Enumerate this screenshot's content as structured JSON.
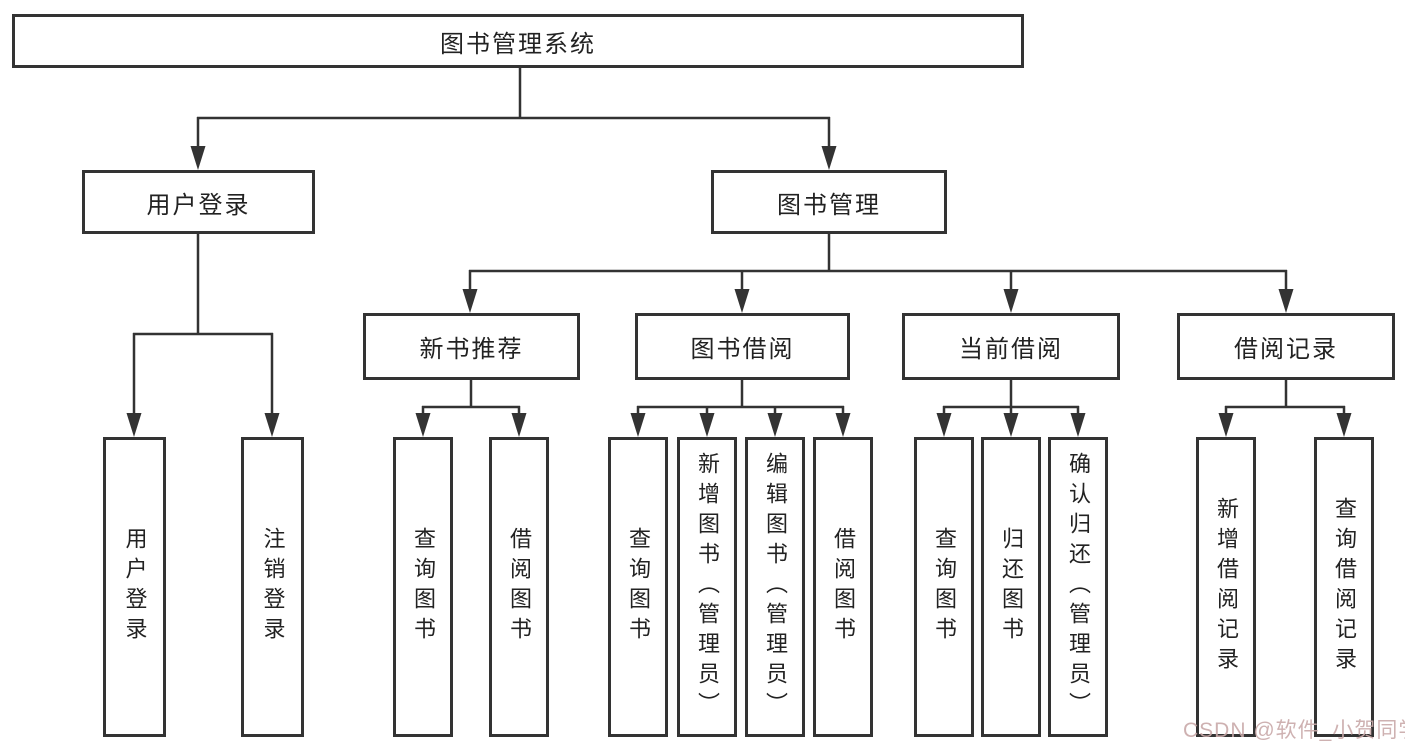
{
  "diagram": {
    "root": {
      "label": "图书管理系统"
    },
    "level1": {
      "user_login": {
        "label": "用户登录"
      },
      "book_management": {
        "label": "图书管理"
      }
    },
    "level2": {
      "new_book_recommend": {
        "label": "新书推荐"
      },
      "book_borrow": {
        "label": "图书借阅"
      },
      "current_borrow": {
        "label": "当前借阅"
      },
      "borrow_record": {
        "label": "借阅记录"
      }
    },
    "leaves": {
      "user_login": {
        "label": "用户登录"
      },
      "logout": {
        "label": "注销登录"
      },
      "recommend_query": {
        "label": "查询图书"
      },
      "recommend_borrow": {
        "label": "借阅图书"
      },
      "borrow_query": {
        "label": "查询图书"
      },
      "borrow_add": {
        "label": "新增图书（管理员）"
      },
      "borrow_edit": {
        "label": "编辑图书（管理员）"
      },
      "borrow_borrow": {
        "label": "借阅图书"
      },
      "current_query": {
        "label": "查询图书"
      },
      "current_return": {
        "label": "归还图书"
      },
      "current_confirm": {
        "label": "确认归还（管理员）"
      },
      "record_add": {
        "label": "新增借阅记录"
      },
      "record_query": {
        "label": "查询借阅记录"
      }
    }
  },
  "watermark": {
    "text": "CSDN @软件_小贺同学"
  },
  "colors": {
    "line": "#333333",
    "text": "#222222",
    "watermark": "#c9a9a9",
    "background": "#ffffff"
  }
}
